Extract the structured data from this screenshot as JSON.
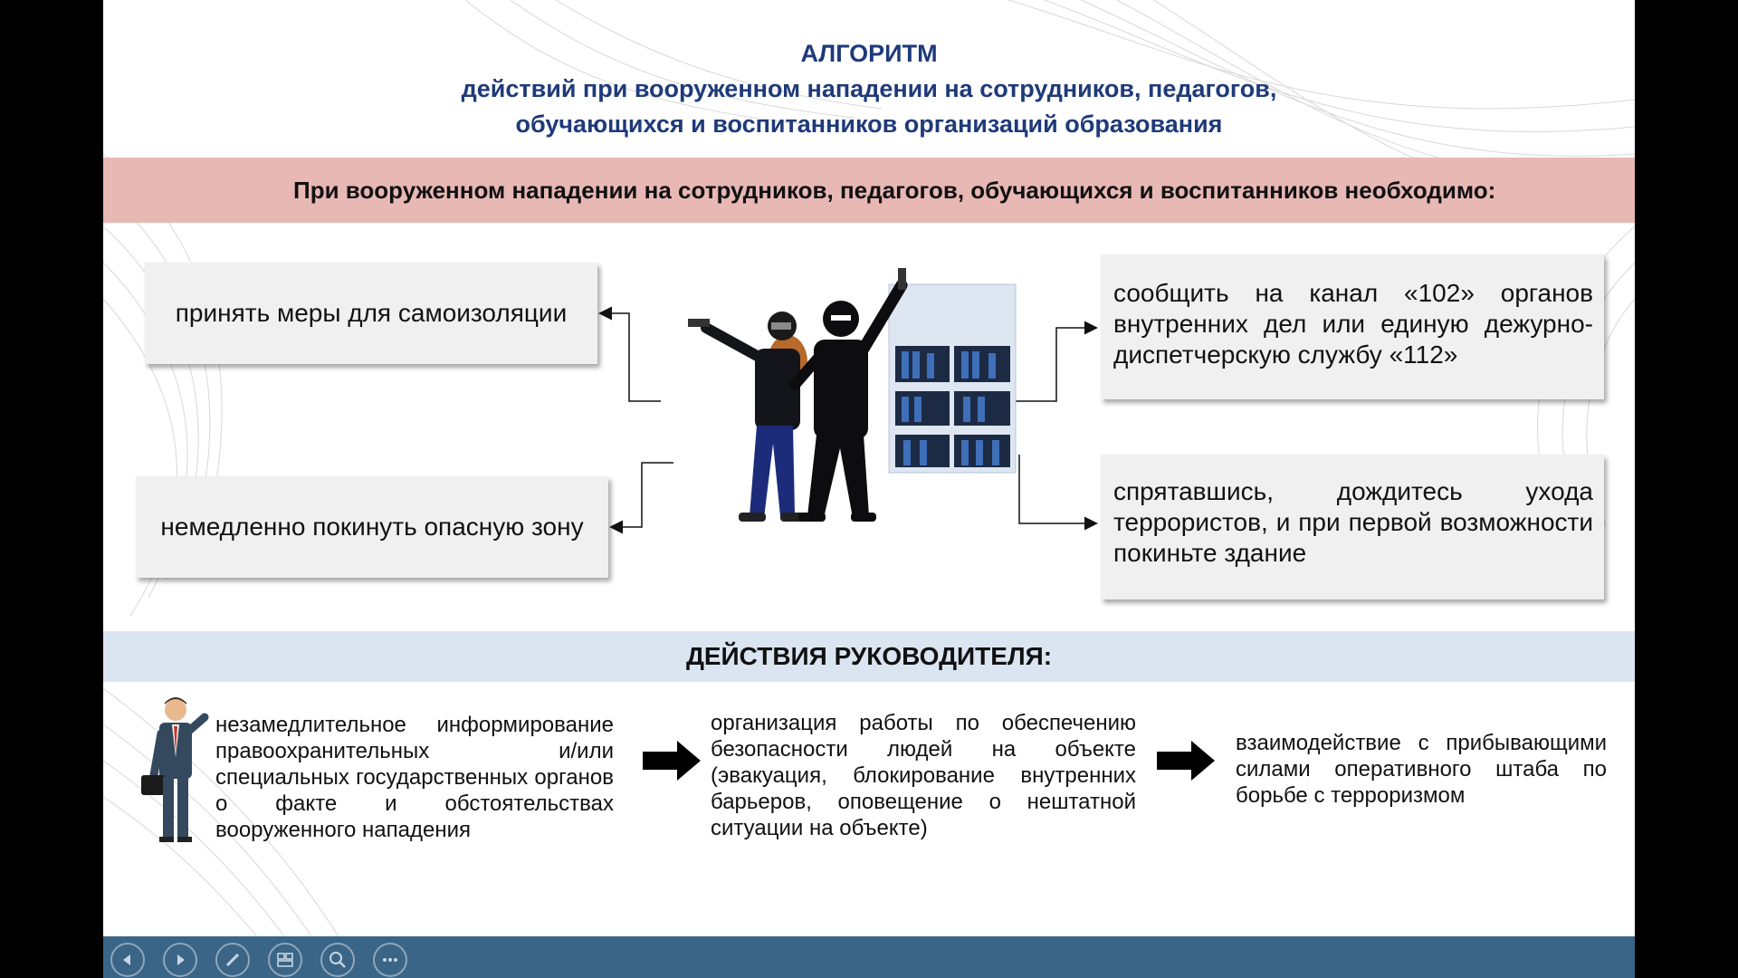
{
  "title": {
    "line1": "АЛГОРИТМ",
    "line2": "действий при вооруженном нападении на сотрудников, педагогов,",
    "line3": "обучающихся и воспитанников организаций образования"
  },
  "banner": "При вооруженном нападении на сотрудников, педагогов, обучающихся и воспитанников необходимо:",
  "actions": {
    "top_left": "принять меры для самоизоляции",
    "bottom_left": "немедленно покинуть опасную зону",
    "top_right": "сообщить на канал «102» органов внутренних дел или единую дежурно-диспетчерскую службу «112»",
    "bottom_right": "спрятавшись, дождитесь ухода террористов, и при первой возможности покиньте здание"
  },
  "manager": {
    "heading": "ДЕЙСТВИЯ РУКОВОДИТЕЛЯ:",
    "steps": [
      "незамедлительное информирование правоохранительных и/или специальных государственных органов о факте и обстоятельствах вооруженного нападения",
      "организация работы по обеспечению безопасности людей на объекте (эвакуация, блокирование внутренних барьеров, оповещение о нештатной ситуации на объекте)",
      "взаимодействие с прибывающими силами оперативного штаба по борьбе с терроризмом"
    ]
  },
  "toolbar": {
    "buttons": [
      "previous-icon",
      "next-icon",
      "pen-icon",
      "slides-icon",
      "zoom-icon",
      "more-icon"
    ]
  },
  "colors": {
    "title": "#1f3a7a",
    "banner": "#e8b8b4",
    "manager_band": "#dbe5f1",
    "toolbar": "#3a6587"
  }
}
